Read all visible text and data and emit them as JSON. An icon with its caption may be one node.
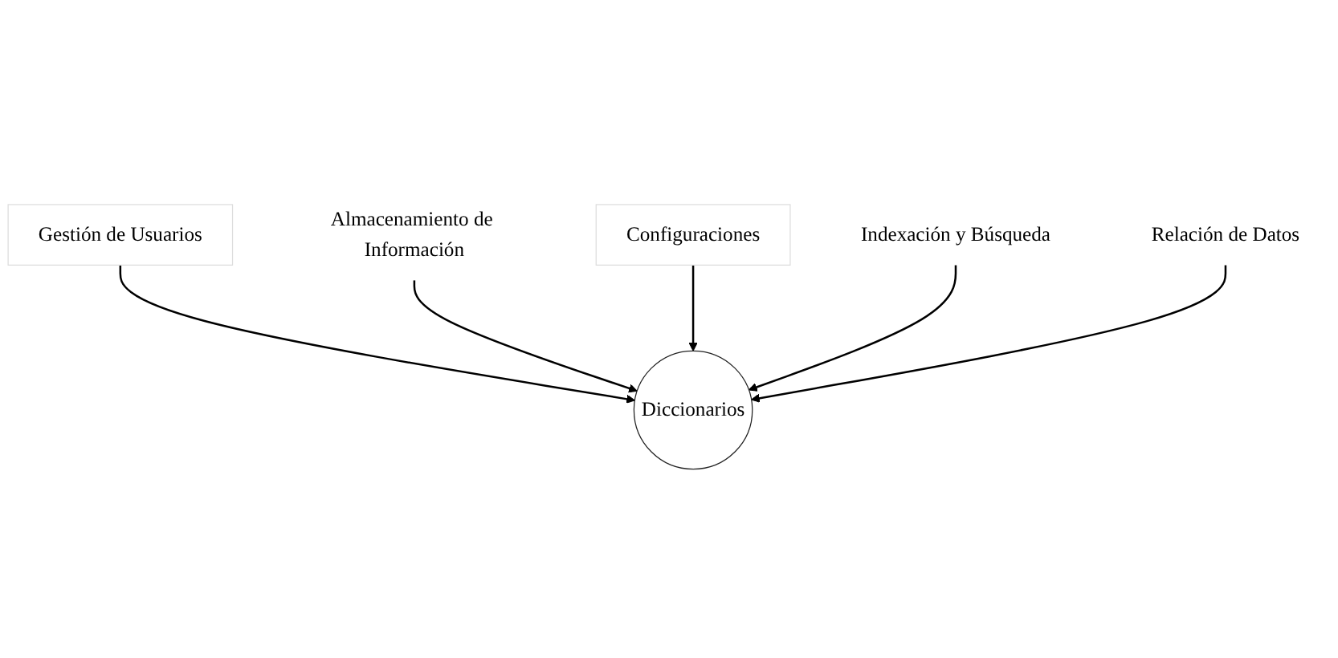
{
  "diagram": {
    "nodes": [
      {
        "text": [
          "Gestión de Usuarios"
        ]
      },
      {
        "text": [
          "Almacenamiento de Información"
        ]
      },
      {
        "text": [
          "Configuraciones"
        ]
      },
      {
        "text": [
          "Diccionarios"
        ]
      },
      {
        "text": [
          "Indexación y Búsqueda"
        ]
      },
      {
        "text": [
          "Relación de Datos"
        ]
      }
    ],
    "edges": [
      {
        "from": 0,
        "to": 3,
        "arrow": "to"
      },
      {
        "from": 1,
        "to": 3,
        "arrow": "to"
      },
      {
        "from": 2,
        "to": 3,
        "arrow": "to"
      },
      {
        "from": 4,
        "to": 3,
        "arrow": "to"
      },
      {
        "from": 5,
        "to": 3,
        "arrow": "to"
      }
    ]
  }
}
